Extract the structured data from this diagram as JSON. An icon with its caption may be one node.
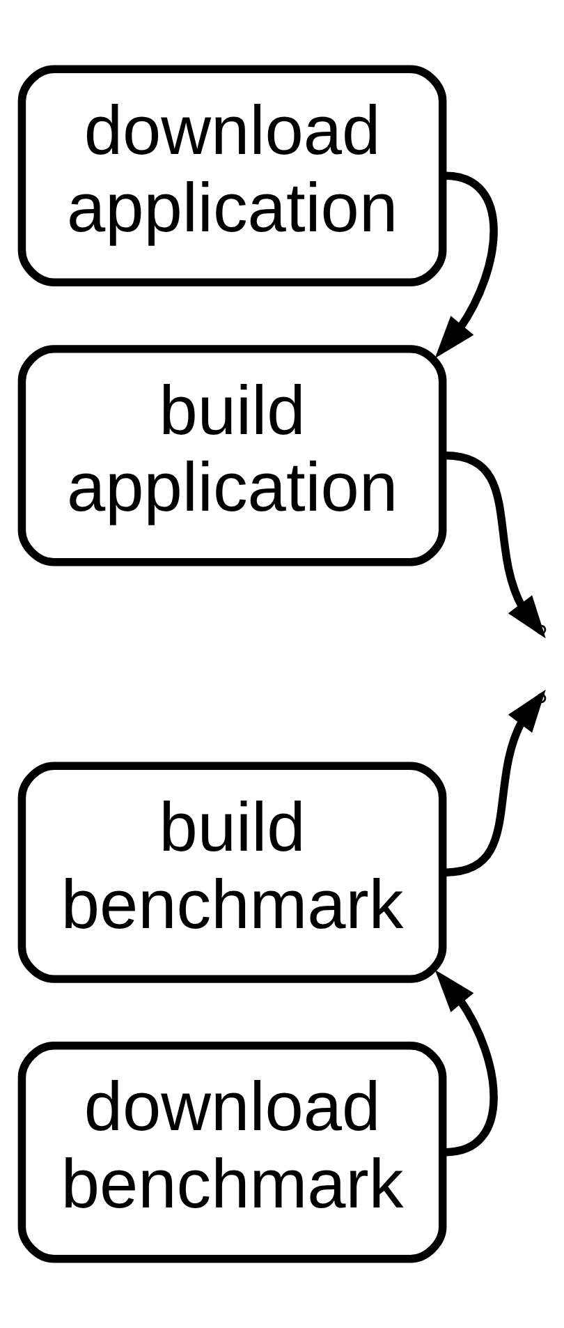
{
  "diagram": {
    "nodes": [
      {
        "text": [
          "download application"
        ]
      },
      {
        "text": [
          "build application"
        ]
      },
      {
        "text": [
          "build benchmark"
        ]
      },
      {
        "text": [
          "download benchmark"
        ]
      }
    ],
    "edges": [
      {
        "from": 0,
        "to": 1,
        "arrow": "to"
      },
      {
        "from": 1,
        "to": null,
        "arrow": "to"
      },
      {
        "from": 2,
        "to": null,
        "arrow": "to"
      },
      {
        "from": 3,
        "to": 2,
        "arrow": "to"
      }
    ]
  }
}
